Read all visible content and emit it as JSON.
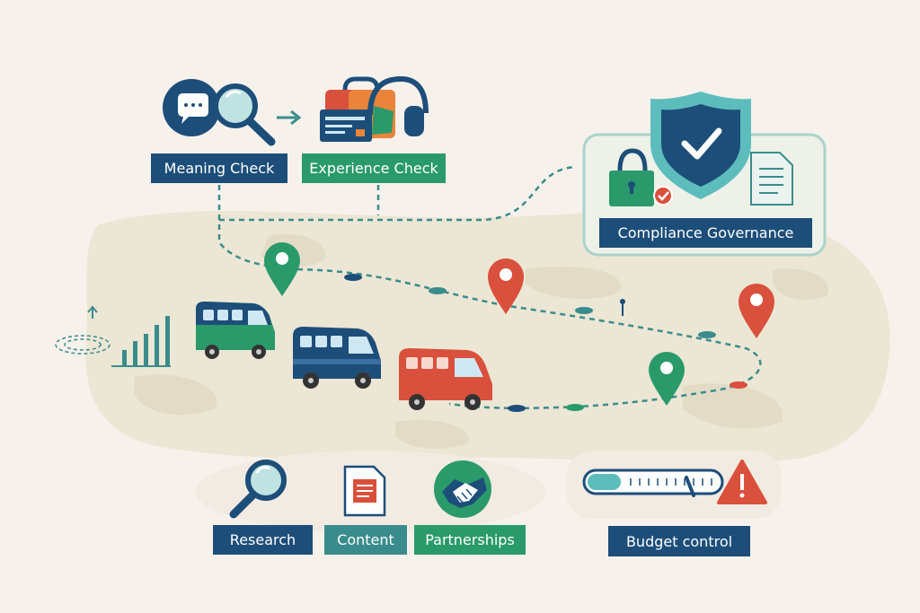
{
  "labels": {
    "meaning_check": "Meaning Check",
    "experience_check": "Experience Check",
    "compliance_governance": "Compliance Governance",
    "research": "Research",
    "content": "Content",
    "partnerships": "Partnerships",
    "budget_control": "Budget control"
  },
  "colors": {
    "navy": "#1d4e79",
    "green": "#2a9a6b",
    "red": "#d9503c",
    "teal": "#3a8c8c",
    "background": "#f7f1ec",
    "map": "#ece6d4"
  },
  "icons": {
    "meaning_check": [
      "speech-bubble-icon",
      "magnifier-icon"
    ],
    "experience_check": [
      "suitcase-icon",
      "ticket-icon",
      "headphones-icon"
    ],
    "compliance_governance": [
      "shield-check-icon",
      "padlock-icon",
      "document-icon"
    ],
    "research": "magnifier-icon",
    "content": "document-icon",
    "partnerships": "handshake-icon",
    "budget_control": [
      "progress-gauge-icon",
      "warning-icon"
    ]
  },
  "budget_gauge_level": 0.25
}
